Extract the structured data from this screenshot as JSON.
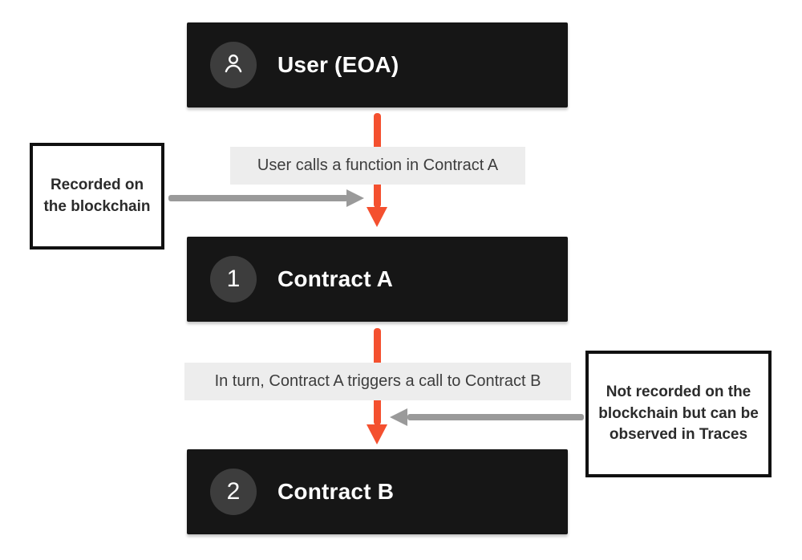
{
  "colors": {
    "node_bg": "#161616",
    "node_text": "#ffffff",
    "badge_bg": "#3d3d3d",
    "arrow_orange": "#f4502f",
    "arrow_gray": "#9a9a9a",
    "edge_label_bg": "#ededed",
    "edge_label_text": "#3d3d3d",
    "annotation_border": "#111111",
    "annotation_bg": "#ffffff"
  },
  "nodes": [
    {
      "id": "user",
      "badge_icon": "user-icon",
      "label": "User (EOA)"
    },
    {
      "id": "contract-a",
      "badge": "1",
      "label": "Contract A"
    },
    {
      "id": "contract-b",
      "badge": "2",
      "label": "Contract B"
    }
  ],
  "edges": [
    {
      "from": "user",
      "to": "contract-a",
      "label": "User calls a function in Contract A"
    },
    {
      "from": "contract-a",
      "to": "contract-b",
      "label": "In turn, Contract A triggers a call to Contract B"
    }
  ],
  "annotations": [
    {
      "side": "left",
      "text": "Recorded on the blockchain"
    },
    {
      "side": "right",
      "text": "Not recorded on the blockchain but can be observed in Traces"
    }
  ]
}
